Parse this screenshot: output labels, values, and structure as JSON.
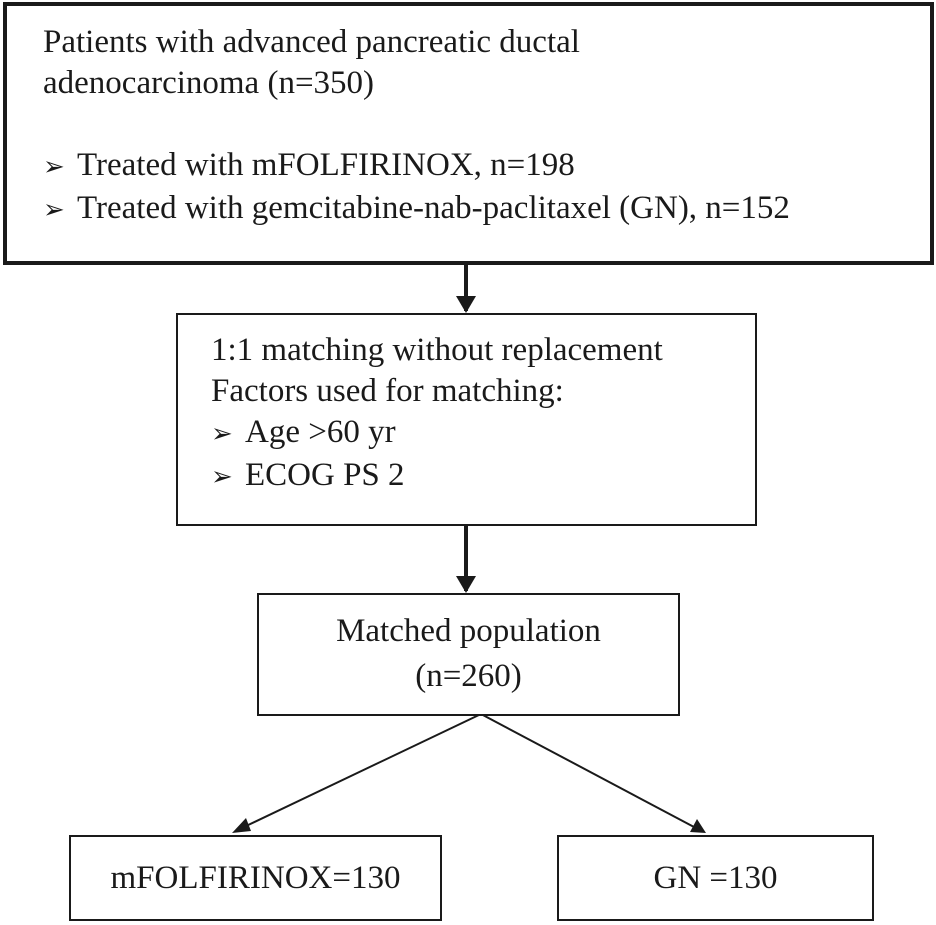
{
  "flowchart": {
    "top_box": {
      "lines": [
        "Patients with advanced pancreatic ductal",
        "adenocarcinoma (n=350)"
      ],
      "bullet_mark": "➢",
      "bullets": [
        "Treated with mFOLFIRINOX, n=198",
        "Treated with gemcitabine-nab-paclitaxel (GN), n=152"
      ]
    },
    "matching_box": {
      "lines": [
        "1:1 matching without replacement",
        "Factors used for matching:"
      ],
      "bullet_mark": "➢",
      "bullets": [
        "Age >60 yr",
        "ECOG PS 2"
      ]
    },
    "matched_box": {
      "lines": [
        "Matched population",
        "(n=260)"
      ]
    },
    "left_box": {
      "label": "mFOLFIRINOX=130"
    },
    "right_box": {
      "label": "GN =130"
    }
  }
}
